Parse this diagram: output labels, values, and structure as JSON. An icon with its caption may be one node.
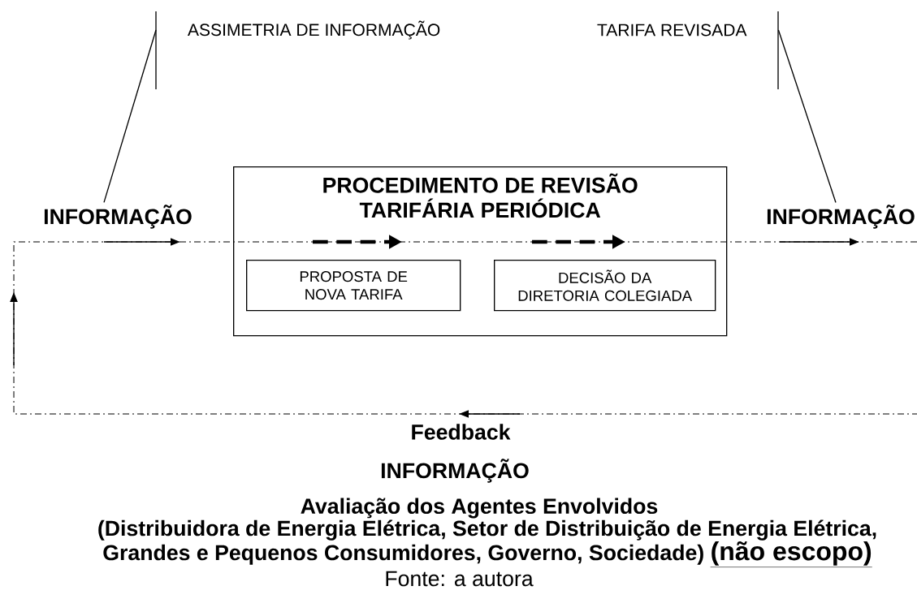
{
  "diagram": {
    "caption": "Fonte: a autora",
    "nodes": [
      {
        "text": [
          "PROCEDIMENTO DE REVISÃO TARIFÁRIA PERIÓDICA"
        ]
      },
      {
        "text": [
          "PROPOSTA DE NOVA TARIFA"
        ],
        "in": 0
      },
      {
        "text": [
          "DECISÃO DA DIRETORIA COLEGIADA"
        ],
        "in": 0
      },
      {
        "text": [
          "ASSIMETRIA DE INFORMAÇÃO"
        ]
      },
      {
        "text": [
          "INFORMAÇÃO"
        ]
      },
      {
        "text": [
          "TARIFA REVISADA"
        ]
      },
      {
        "text": [
          "INFORMAÇÃO"
        ]
      }
    ],
    "edges": [
      {
        "from": 3,
        "to": 4,
        "arrow": "none"
      },
      {
        "from": 5,
        "to": 6,
        "arrow": "none"
      }
    ],
    "labels": [
      "Feedback",
      "INFORMAÇÃO",
      "Avaliação dos Agentes Envolvidos",
      "(Distribuidora de Energia Elétrica, Setor de Distribuição de Energia Elétrica, Grandes e Pequenos Consumidores, Governo, Sociedade)",
      "(não escopo)"
    ]
  }
}
